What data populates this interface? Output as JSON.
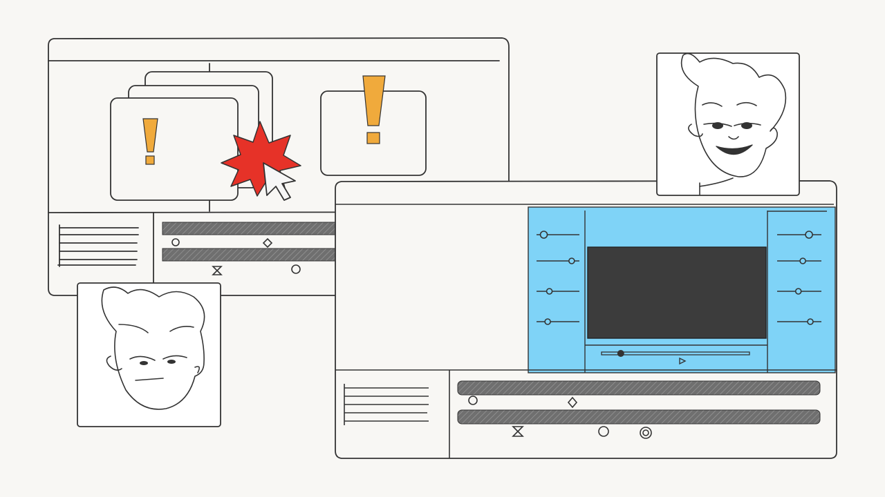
{
  "scene": {
    "background": "#f8f7f4",
    "stroke_color": "#333333",
    "accent_orange": "#f0aa3c",
    "accent_red": "#e63228",
    "accent_blue": "#7fd3f7",
    "preview_screen": "#3c3c3c",
    "track_fill": "#6f6f6f"
  },
  "old_editor_window": {
    "warning_cards": [
      {
        "icon": "exclamation-icon"
      },
      {
        "icon": "exclamation-icon"
      }
    ],
    "error_burst": {
      "icon": "error-burst-icon"
    },
    "cursor": {
      "icon": "mouse-pointer-icon"
    },
    "timeline_markers": [
      "circle-marker",
      "diamond-marker",
      "hourglass-marker",
      "circle-marker"
    ]
  },
  "new_editor_window": {
    "highlighted_panel": {
      "color": "#7fd3f7"
    },
    "left_sliders": [
      0.17,
      0.82,
      0.3,
      0.26
    ],
    "right_sliders": [
      0.72,
      0.58,
      0.48,
      0.75
    ],
    "playback_progress": 0.13,
    "timeline_markers": [
      "circle-marker",
      "diamond-marker",
      "hourglass-marker",
      "circle-marker",
      "double-circle-marker"
    ]
  },
  "avatars": {
    "frustrated_user": {
      "expression": "frustrated"
    },
    "happy_user": {
      "expression": "happy"
    }
  }
}
